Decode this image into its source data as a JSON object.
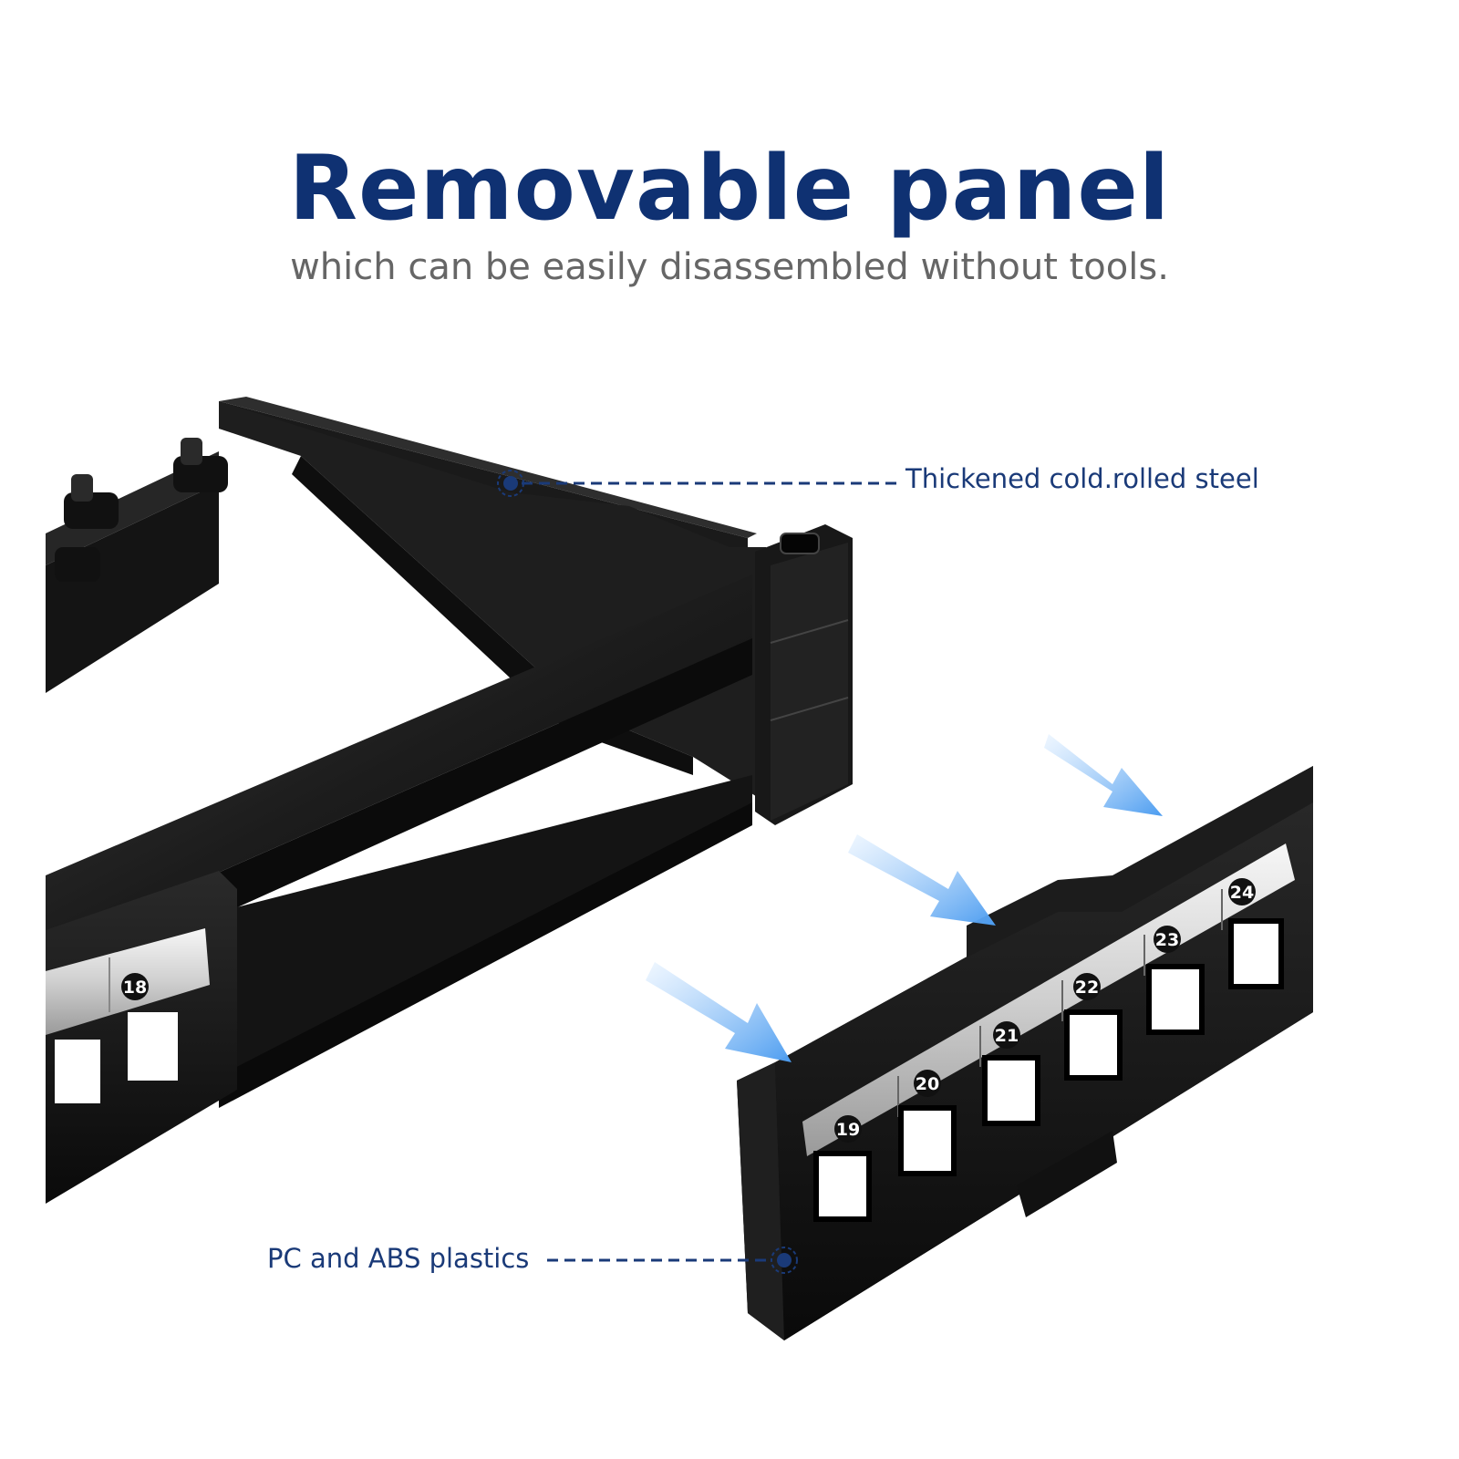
{
  "headline": {
    "title": "Removable panel",
    "subtitle": "which can be easily disassembled without tools."
  },
  "callouts": {
    "steel": "Thickened cold.rolled steel",
    "plastic": "PC and ABS plastics"
  },
  "port_labels": [
    "18",
    "19",
    "20",
    "21",
    "22",
    "23",
    "24"
  ],
  "colors": {
    "title": "#0f3172",
    "subtitle": "#666666",
    "callout_text": "#1a3a78",
    "callout_dot": "#1a3a78",
    "product_black": "#111111",
    "arrow_blue": "#5aa6f2"
  },
  "icons": [
    "arrow-icon",
    "callout-dot-icon"
  ]
}
